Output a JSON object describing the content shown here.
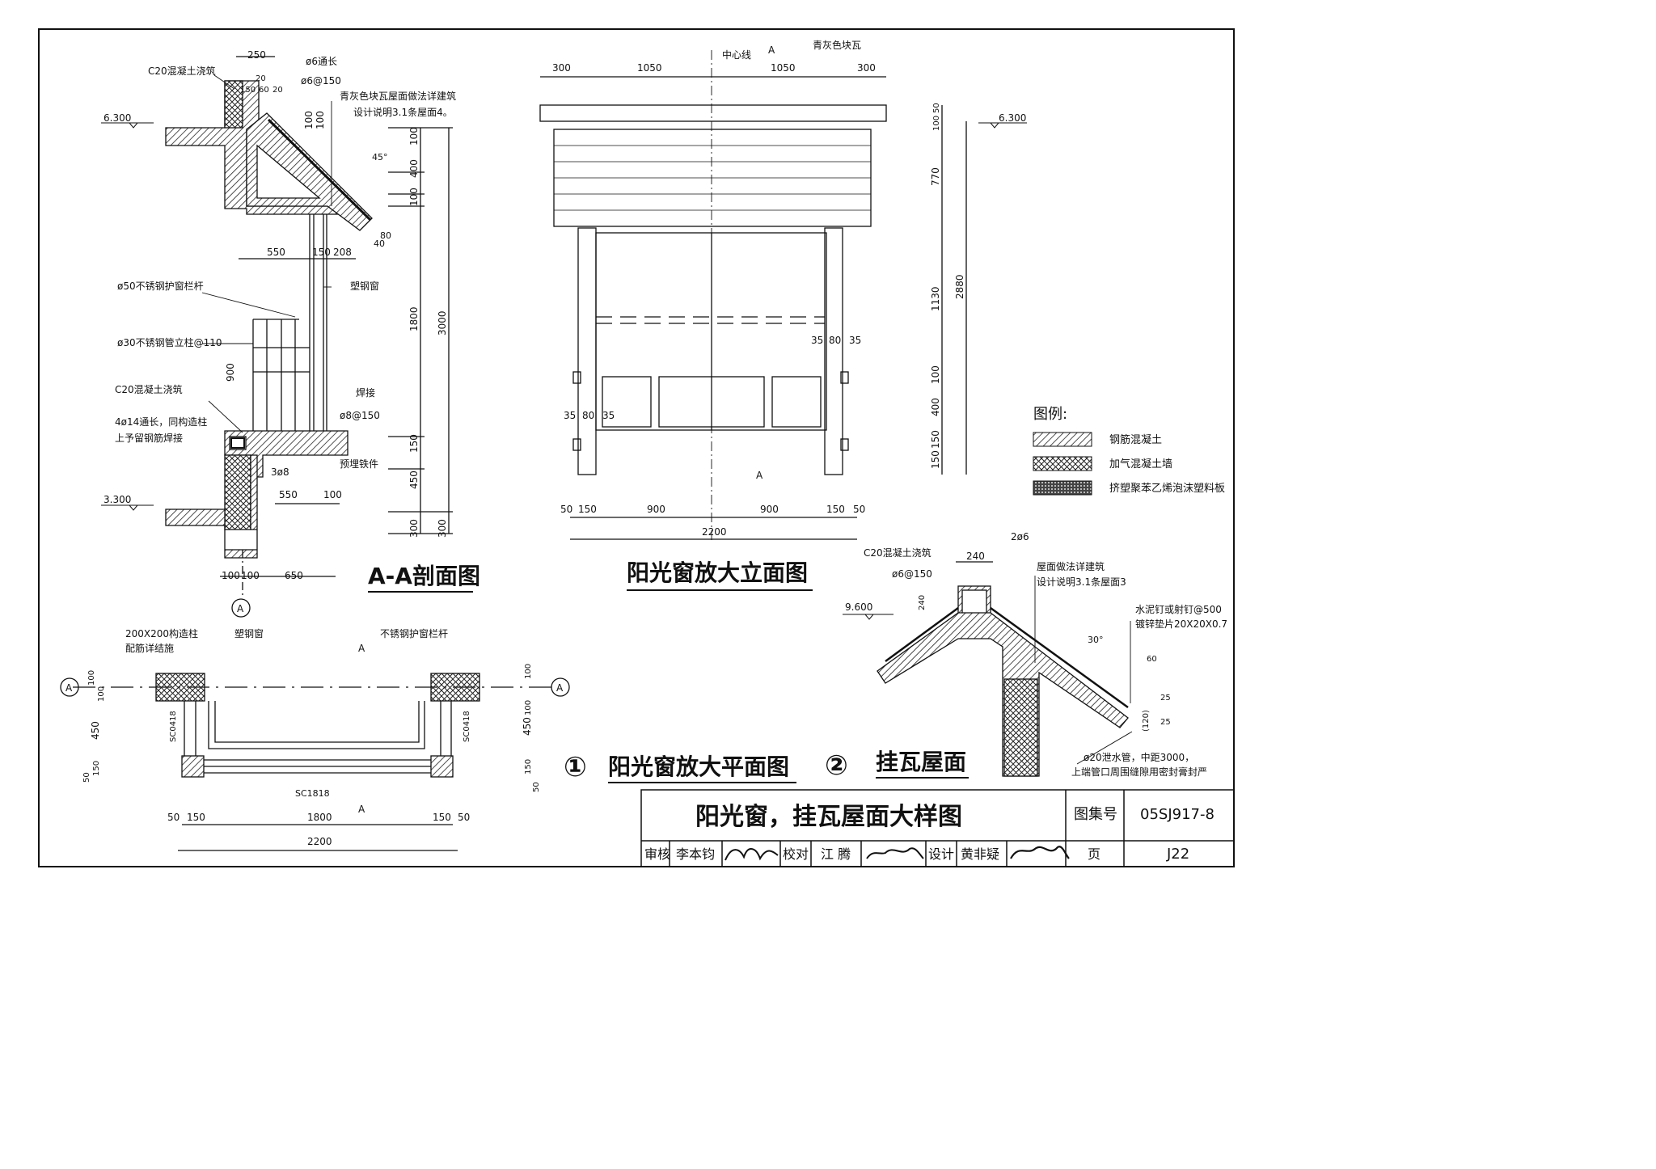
{
  "section": {
    "title": "A-A剖面图",
    "dims_top": [
      "250",
      "20",
      "60",
      "20",
      "150"
    ],
    "dims_right": [
      "100",
      "400",
      "100",
      "1800",
      "150",
      "450",
      "300"
    ],
    "dims_total": [
      "3000",
      "300"
    ],
    "dims_left_vert": [
      "100",
      "100",
      "900"
    ],
    "dims_mid": [
      "550",
      "150",
      "208",
      "550",
      "100"
    ],
    "dims_bottom": [
      "100",
      "100",
      "650"
    ],
    "elev_top": "6.300",
    "elev_bottom": "3.300",
    "grid_label": "A",
    "angle": "45°",
    "labels": {
      "concrete_top": "C20混凝土浇筑",
      "rebar1": "ø6通长",
      "rebar2": "ø6@150",
      "roof_note1": "青灰色块瓦屋面做法详建筑",
      "roof_note2": "设计说明3.1条屋面4。",
      "rail": "ø50不锈钢护窗栏杆",
      "post": "ø30不锈钢管立柱@110",
      "concrete_mid": "C20混凝土浇筑",
      "rebar3": "4ø14通长，同构造柱",
      "rebar3b": "上予留钢筋焊接",
      "steel_window": "塑钢窗",
      "weld": "焊接",
      "rebar4": "ø8@150",
      "embed": "预埋铁件",
      "rebar5": "3ø8",
      "d80": "80",
      "d40": "40"
    }
  },
  "elevation": {
    "title": "阳光窗放大立面图",
    "top_dims": [
      "300",
      "1050",
      "1050",
      "300"
    ],
    "center_line": "中心线",
    "section_mark": "A",
    "tile": "青灰色块瓦",
    "elev": "6.300",
    "right_dims": [
      "50",
      "100",
      "770",
      "1130",
      "100",
      "400",
      "150",
      "150"
    ],
    "total": "2880",
    "post_dims": [
      "35",
      "80",
      "35"
    ],
    "post_dims_left": [
      "35",
      "80",
      "35"
    ],
    "bottom_dims": [
      "50",
      "150",
      "900",
      "900",
      "150",
      "50"
    ],
    "bottom_total": "2200"
  },
  "legend": {
    "title": "图例:",
    "items": [
      "钢筋混凝土",
      "加气混凝土墙",
      "挤塑聚苯乙烯泡沫塑料板"
    ]
  },
  "plan": {
    "num": "①",
    "title": "阳光窗放大平面图",
    "col_note1": "200X200构造柱",
    "col_note2": "配筋详结施",
    "window": "塑钢窗",
    "rail": "不锈钢护窗栏杆",
    "section_mark": "A",
    "grid_label": "A",
    "left_dims": [
      "100",
      "100",
      "450",
      "150",
      "50"
    ],
    "right_dims": [
      "100",
      "100",
      "450",
      "150",
      "50"
    ],
    "side_window": "SC0418",
    "front_window": "SC1818",
    "bottom_dims": [
      "50",
      "150",
      "1800",
      "150",
      "50"
    ],
    "bottom_total": "2200"
  },
  "roof": {
    "num": "②",
    "title": "挂瓦屋面",
    "concrete": "C20混凝土浇筑",
    "dim240": "240",
    "rebar1": "2ø6",
    "rebar2": "ø6@150",
    "dim240v": "240",
    "elev": "9.600",
    "note1": "屋面做法详建筑",
    "note2": "设计说明3.1条屋面3",
    "nail1": "水泥钉或射钉@500",
    "nail2": "镀锌垫片20X20X0.7",
    "angle": "30°",
    "d60": "60",
    "d25a": "25",
    "d25b": "25",
    "d120": "(120)",
    "drain1": "ø20泄水管，中距3000，",
    "drain2": "上端管口周围缝隙用密封膏封严"
  },
  "title_block": {
    "title": "阳光窗，挂瓦屋面大样图",
    "atlas_label": "图集号",
    "atlas_no": "05SJ917-8",
    "review_label": "审核",
    "reviewer": "李本钧",
    "check_label": "校对",
    "checker": "江 腾",
    "design_label": "设计",
    "designer": "黄非疑",
    "page_label": "页",
    "page_no": "J22"
  }
}
